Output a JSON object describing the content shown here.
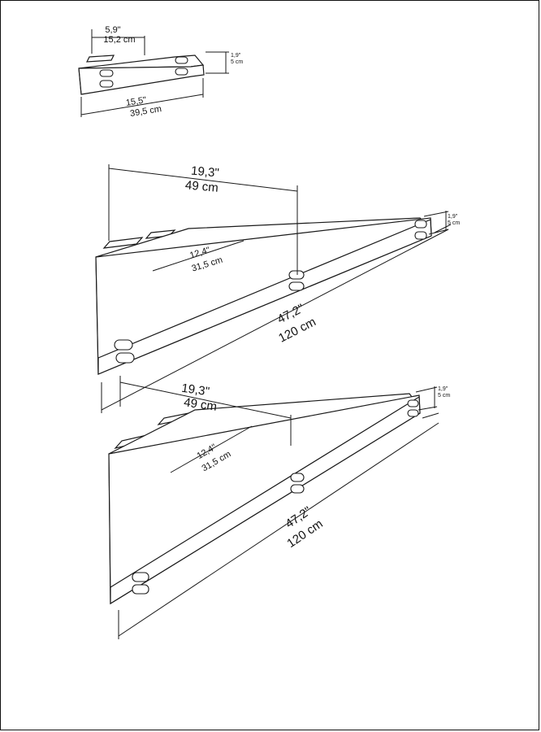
{
  "shelf_small": {
    "depth_in": "5,9\"",
    "depth_cm": "15,2 cm",
    "height_in": "1,9\"",
    "height_cm": "5 cm",
    "length_in": "15,5\"",
    "length_cm": "39,5 cm"
  },
  "shelf_large_top": {
    "side_in": "19,3\"",
    "side_cm": "49 cm",
    "depth_in": "12,4\"",
    "depth_cm": "31,5 cm",
    "height_in": "1,9\"",
    "height_cm": "5 cm",
    "length_in": "47,2\"",
    "length_cm": "120 cm"
  },
  "shelf_large_bottom": {
    "side_in": "19,3\"",
    "side_cm": "49 cm",
    "depth_in": "12,4\"",
    "depth_cm": "31,5 cm",
    "height_in": "1,9\"",
    "height_cm": "5 cm",
    "length_in": "47,2\"",
    "length_cm": "120 cm"
  }
}
